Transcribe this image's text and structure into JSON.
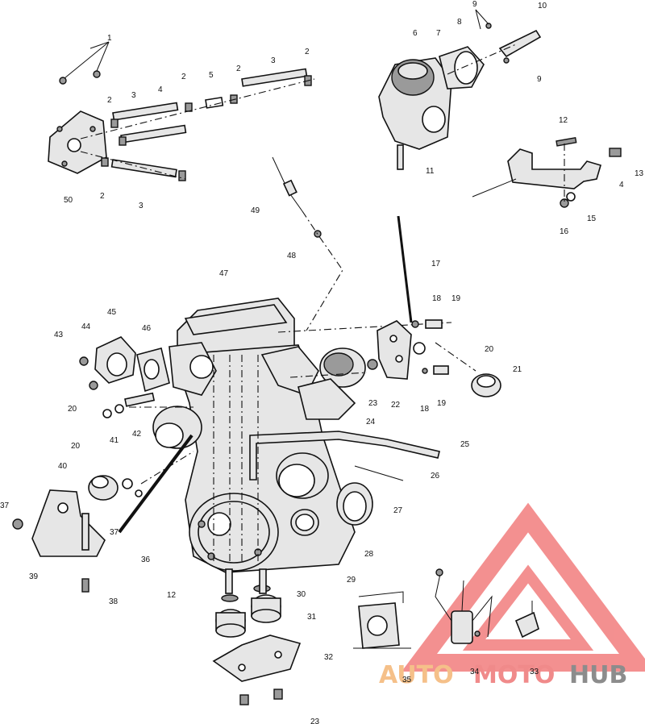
{
  "diagram": {
    "callouts": [
      {
        "id": "c1",
        "label": "1"
      },
      {
        "id": "c2a",
        "label": "2"
      },
      {
        "id": "c2b",
        "label": "2"
      },
      {
        "id": "c2c",
        "label": "2"
      },
      {
        "id": "c2d",
        "label": "2"
      },
      {
        "id": "c2e",
        "label": "2"
      },
      {
        "id": "c3a",
        "label": "3"
      },
      {
        "id": "c3b",
        "label": "3"
      },
      {
        "id": "c3c",
        "label": "3"
      },
      {
        "id": "c4a",
        "label": "4"
      },
      {
        "id": "c5",
        "label": "5"
      },
      {
        "id": "c6",
        "label": "6"
      },
      {
        "id": "c7",
        "label": "7"
      },
      {
        "id": "c8",
        "label": "8"
      },
      {
        "id": "c9a",
        "label": "9"
      },
      {
        "id": "c9b",
        "label": "9"
      },
      {
        "id": "c10",
        "label": "10"
      },
      {
        "id": "c11",
        "label": "11"
      },
      {
        "id": "c12a",
        "label": "12"
      },
      {
        "id": "c12b",
        "label": "12"
      },
      {
        "id": "c13",
        "label": "13"
      },
      {
        "id": "c4b",
        "label": "4"
      },
      {
        "id": "c15",
        "label": "15"
      },
      {
        "id": "c16",
        "label": "16"
      },
      {
        "id": "c17",
        "label": "17"
      },
      {
        "id": "c18a",
        "label": "18"
      },
      {
        "id": "c19a",
        "label": "19"
      },
      {
        "id": "c20a",
        "label": "20"
      },
      {
        "id": "c21",
        "label": "21"
      },
      {
        "id": "c22",
        "label": "22"
      },
      {
        "id": "c23a",
        "label": "23"
      },
      {
        "id": "c18b",
        "label": "18"
      },
      {
        "id": "c19b",
        "label": "19"
      },
      {
        "id": "c24",
        "label": "24"
      },
      {
        "id": "c25",
        "label": "25"
      },
      {
        "id": "c26",
        "label": "26"
      },
      {
        "id": "c27",
        "label": "27"
      },
      {
        "id": "c28",
        "label": "28"
      },
      {
        "id": "c29",
        "label": "29"
      },
      {
        "id": "c30",
        "label": "30"
      },
      {
        "id": "c31",
        "label": "31"
      },
      {
        "id": "c32",
        "label": "32"
      },
      {
        "id": "c23b",
        "label": "23"
      },
      {
        "id": "c33",
        "label": "33"
      },
      {
        "id": "c34",
        "label": "34"
      },
      {
        "id": "c35",
        "label": "35"
      },
      {
        "id": "c36",
        "label": "36"
      },
      {
        "id": "c37a",
        "label": "37"
      },
      {
        "id": "c37b",
        "label": "37"
      },
      {
        "id": "c38",
        "label": "38"
      },
      {
        "id": "c39",
        "label": "39"
      },
      {
        "id": "c40",
        "label": "40"
      },
      {
        "id": "c20b",
        "label": "20"
      },
      {
        "id": "c20c",
        "label": "20"
      },
      {
        "id": "c41",
        "label": "41"
      },
      {
        "id": "c42",
        "label": "42"
      },
      {
        "id": "c43",
        "label": "43"
      },
      {
        "id": "c44",
        "label": "44"
      },
      {
        "id": "c45",
        "label": "45"
      },
      {
        "id": "c46",
        "label": "46"
      },
      {
        "id": "c47",
        "label": "47"
      },
      {
        "id": "c48",
        "label": "48"
      },
      {
        "id": "c49",
        "label": "49"
      },
      {
        "id": "c50",
        "label": "50"
      }
    ]
  },
  "watermark": {
    "auto": "AUTO",
    "moto": "MOTO",
    "hub": "HUB",
    "colors": {
      "auto": "#f5c089",
      "moto": "#f08a8a",
      "hub": "#8c8c8c",
      "triangle": "#f06b6b"
    }
  }
}
